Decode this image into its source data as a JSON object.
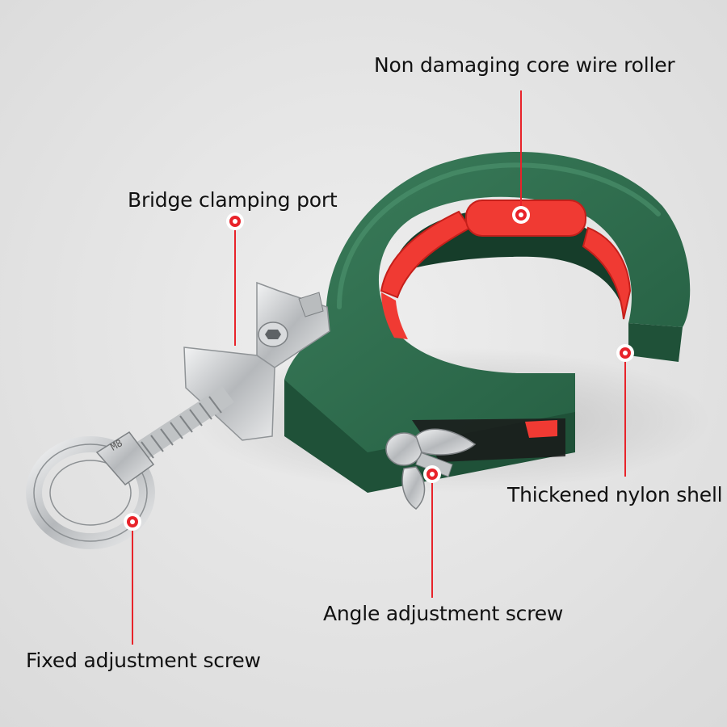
{
  "callouts": {
    "roller": "Non damaging core wire roller",
    "bridge": "Bridge clamping port",
    "shell": "Thickened nylon shell",
    "angle": "Angle adjustment screw",
    "fixed": "Fixed adjustment screw"
  },
  "nut_marking": "M8",
  "colors": {
    "background": "#e6e6e6",
    "shell_green": "#2f6e4e",
    "roller_red": "#f03a33",
    "callout_red": "#e8232a",
    "steel": "#c9cbcd"
  }
}
